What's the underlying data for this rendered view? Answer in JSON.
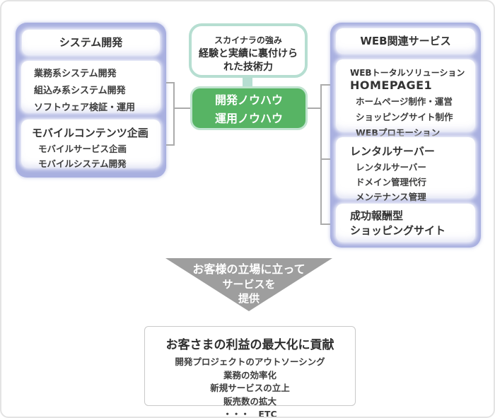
{
  "colors": {
    "panel_purple": "#a9b0e0",
    "green_fill": "#57b464",
    "green_border": "#c0e3cf",
    "teal_border": "#b6ded1",
    "connector_gray": "#ababab",
    "triangle_gray": "#9e9e9e",
    "outer_border": "#e3e3e3"
  },
  "left_panel": {
    "title": "システム開発",
    "box1": {
      "lines": [
        "業務系システム開発",
        "組込み系システム開発",
        "ソフトウェア検証・運用"
      ]
    },
    "box2": {
      "heading": "モバイルコンテンツ企画",
      "lines": [
        "モバイルサービス企画",
        "モバイルシステム開発"
      ]
    }
  },
  "center": {
    "strength_box": {
      "subtitle": "スカイナラの強み",
      "title": "経験と実績に裏付けられた技術力"
    },
    "knowhow_box": {
      "lines": [
        "開発ノウハウ",
        "運用ノウハウ"
      ]
    }
  },
  "right_panel": {
    "title": "WEB関連サービス",
    "box1": {
      "subheading": "WEBトータルソリューション",
      "heading": "HOMEPAGE1",
      "lines": [
        "ホームページ制作・運営",
        "ショッピングサイト制作",
        "WEBプロモーション"
      ]
    },
    "box2": {
      "heading": "レンタルサーバー",
      "lines": [
        "レンタルサーバー",
        "ドメイン管理代行",
        "メンテナンス管理"
      ]
    },
    "box3": {
      "heading_lines": [
        "成功報酬型",
        "ショッピングサイト"
      ]
    }
  },
  "arrow": {
    "lines": [
      "お客様の立場に立って",
      "サービスを",
      "提供"
    ]
  },
  "result_box": {
    "title": "お客さまの利益の最大化に貢献",
    "lines": [
      "開発プロジェクトのアウトソーシング",
      "業務の効率化",
      "新規サービスの立上",
      "販売数の拡大",
      "・・・　ETC"
    ]
  }
}
